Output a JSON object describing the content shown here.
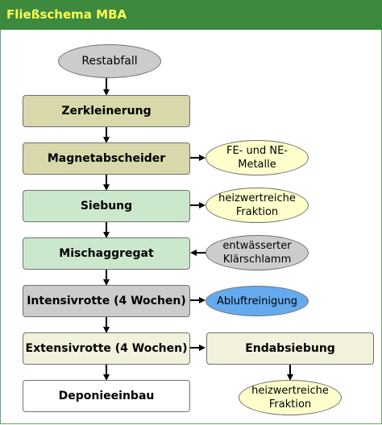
{
  "header": {
    "title": "Fließschema MBA"
  },
  "colors": {
    "header_bg": "#3d8a3f",
    "header_text": "#ffff55",
    "olive": "#d8d8aa",
    "green": "#cce8cc",
    "gray": "#cccccc",
    "cream": "#f2f2dc",
    "white": "#ffffff",
    "yellow": "#ffffcc",
    "blue": "#66aaee"
  },
  "flow": {
    "start": "Restabfall",
    "steps": [
      "Zerkleinerung",
      "Magnetabscheider",
      "Siebung",
      "Mischaggregat",
      "Intensivrotte (4 Wochen)",
      "Extensivrotte (4 Wochen)",
      "Deponieeinbau"
    ],
    "side": {
      "metals": [
        "FE- und NE-",
        "Metalle"
      ],
      "high_cal_1": [
        "heizwertreiche",
        "Fraktion"
      ],
      "sludge": [
        "entwässerter",
        "Klärschlamm"
      ],
      "exhaust": "Abluftreinigung",
      "final_screen": "Endabsiebung",
      "high_cal_2": [
        "heizwertreiche",
        "Fraktion"
      ]
    }
  }
}
